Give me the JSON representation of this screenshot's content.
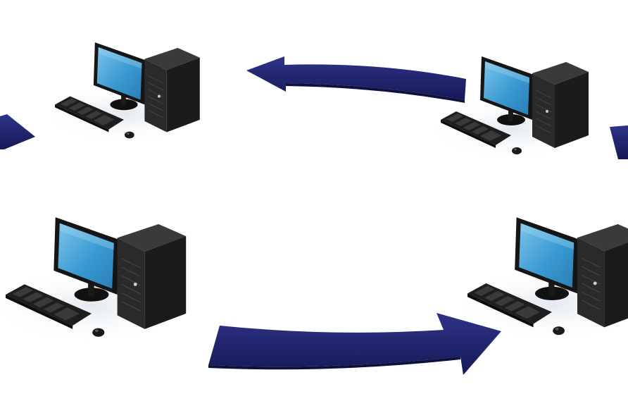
{
  "scene": {
    "description_free": true,
    "computers": [
      {
        "id": "top-left"
      },
      {
        "id": "top-right"
      },
      {
        "id": "bottom-left"
      },
      {
        "id": "bottom-right"
      }
    ],
    "arrows": [
      {
        "id": "top",
        "direction": "left"
      },
      {
        "id": "bottom",
        "direction": "right"
      },
      {
        "id": "left-edge",
        "direction": "down"
      },
      {
        "id": "right-edge",
        "direction": "up"
      }
    ]
  },
  "colors": {
    "background": "#ffffff",
    "arrow": "#1c1f66",
    "arrow_highlight": "#2e3388",
    "screen": "#3a9ad2",
    "screen_light": "#7cc4ea",
    "case": "#1b1b1b",
    "case_side": "#2c2c2c",
    "keyboard": "#1e1e1e",
    "shadow": "#e8eef2"
  }
}
